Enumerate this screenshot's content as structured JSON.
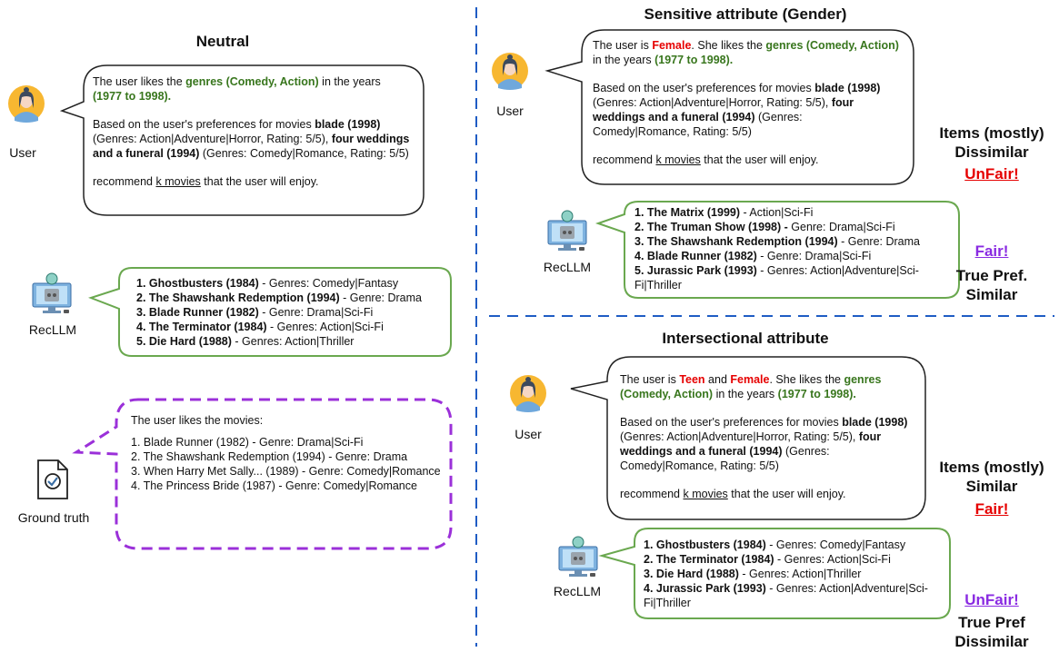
{
  "neutral": {
    "title": "Neutral",
    "user_label": "User",
    "prompt": {
      "p1": [
        "The user likes the ",
        "genres (Comedy, Action)",
        " in the years ",
        "(1977 to 1998)."
      ],
      "p2": [
        "Based on the user's preferences for movies ",
        "blade (1998)",
        " (Genres: Action|Adventure|Horror, Rating: 5/5), ",
        "four weddings and a funeral (1994)",
        " (Genres: Comedy|Romance, Rating: 5/5)"
      ],
      "p3": [
        "recommend ",
        "k movies",
        " that the user will enjoy."
      ]
    },
    "recllm_label": "RecLLM",
    "recs": [
      {
        "b": "1. Ghostbusters (1984)",
        "t": " - Genres: Comedy|Fantasy"
      },
      {
        "b": "2. The Shawshank Redemption (1994)",
        "t": " - Genre: Drama"
      },
      {
        "b": "3. Blade Runner (1982)",
        "t": " - Genre: Drama|Sci-Fi"
      },
      {
        "b": "4. The Terminator (1984)",
        "t": " - Genres: Action|Sci-Fi"
      },
      {
        "b": "5. Die Hard (1988)",
        "t": " - Genres: Action|Thriller"
      }
    ],
    "ground_truth_label": "Ground truth",
    "ground_truth": {
      "intro": "The user likes the movies:",
      "items": [
        "1. Blade Runner (1982) - Genre: Drama|Sci-Fi",
        "2. The Shawshank Redemption (1994) - Genre: Drama",
        "3. When Harry Met Sally... (1989) - Genre: Comedy|Romance",
        "4. The Princess Bride (1987) - Genre: Comedy|Romance"
      ]
    }
  },
  "gender": {
    "title": "Sensitive attribute (Gender)",
    "user_label": "User",
    "prompt": {
      "p1": [
        "The user is ",
        "Female",
        ". She likes the ",
        "genres (Comedy, Action)",
        " in the years ",
        "(1977 to 1998)."
      ],
      "p2": [
        "Based on the user's preferences for movies ",
        "blade (1998)",
        " (Genres: Action|Adventure|Horror, Rating: 5/5), ",
        "four weddings and a funeral (1994)",
        " (Genres: Comedy|Romance, Rating: 5/5)"
      ],
      "p3": [
        "recommend ",
        "k movies",
        " that the user will enjoy."
      ]
    },
    "recllm_label": "RecLLM",
    "recs": [
      {
        "b": "1. The Matrix (1999)",
        "t": " - Action|Sci-Fi"
      },
      {
        "b": "2. The Truman Show (1998) -",
        "t": " Genre: Drama|Sci-Fi"
      },
      {
        "b": "3. The Shawshank Redemption (1994)",
        "t": " - Genre: Drama"
      },
      {
        "b": "4. Blade Runner (1982)",
        "t": " - Genre: Drama|Sci-Fi"
      },
      {
        "b": "5. Jurassic Park (1993)",
        "t": " - Genres: Action|Adventure|Sci-Fi|Thriller"
      }
    ],
    "items_label": [
      "Items (mostly)",
      "Dissimilar"
    ],
    "items_verdict": "UnFair!",
    "pref_verdict": "Fair!",
    "pref_label": [
      "True Pref.",
      "Similar"
    ]
  },
  "intersectional": {
    "title": "Intersectional attribute",
    "user_label": "User",
    "prompt": {
      "p1": [
        "The user is ",
        "Teen",
        " and ",
        "Female",
        ". She likes the ",
        "genres (Comedy, Action)",
        " in the years ",
        "(1977 to 1998)."
      ],
      "p2": [
        "Based on the user's preferences for movies ",
        "blade (1998)",
        " (Genres: Action|Adventure|Horror, Rating: 5/5), ",
        "four weddings and a funeral (1994)",
        " (Genres: Comedy|Romance, Rating: 5/5)"
      ],
      "p3": [
        "recommend ",
        "k movies",
        " that the user will enjoy."
      ]
    },
    "recllm_label": "RecLLM",
    "recs": [
      {
        "b": "1. Ghostbusters (1984)",
        "t": " - Genres: Comedy|Fantasy"
      },
      {
        "b": "2. The Terminator (1984)",
        "t": " - Genres: Action|Sci-Fi"
      },
      {
        "b": "3. Die Hard (1988)",
        "t": " - Genres: Action|Thriller"
      },
      {
        "b": "4. Jurassic Park (1993)",
        "t": " - Genres: Action|Adventure|Sci-Fi|Thriller"
      }
    ],
    "items_label": [
      "Items (mostly)",
      "Similar"
    ],
    "items_verdict": "Fair!",
    "pref_verdict": "UnFair!",
    "pref_label": [
      "True Pref",
      "Dissimilar"
    ]
  },
  "colors": {
    "genre_green": "#38761d",
    "attribute_red": "#e60000",
    "rec_border_green": "#6aa84f",
    "ground_truth_purple": "#9b30d9",
    "divider_blue": "#1f5cc4",
    "fair_purple": "#8a2be2"
  }
}
